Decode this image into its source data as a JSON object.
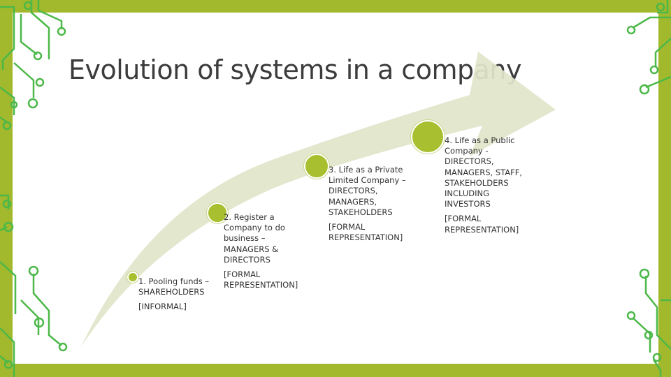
{
  "slide": {
    "title": "Evolution of systems in a company"
  },
  "colors": {
    "frame": "#a2b92d",
    "circuit": "#4cb848",
    "arrow": "#e0e5c9",
    "node": "#a8bf2f"
  },
  "steps": [
    {
      "text": "1. Pooling funds – SHAREHOLDERS",
      "tag": "[INFORMAL]"
    },
    {
      "text": "2. Register a Company to do business – MANAGERS & DIRECTORS",
      "tag": "[FORMAL REPRESENTATION]"
    },
    {
      "text": "3. Life as a Private Limited Company – DIRECTORS, MANAGERS, STAKEHOLDERS",
      "tag": "[FORMAL REPRESENTATION]"
    },
    {
      "text": "4. Life as a Public Company - DIRECTORS, MANAGERS, STAFF, STAKEHOLDERS INCLUDING INVESTORS",
      "tag": "[FORMAL REPRESENTATION]"
    }
  ]
}
